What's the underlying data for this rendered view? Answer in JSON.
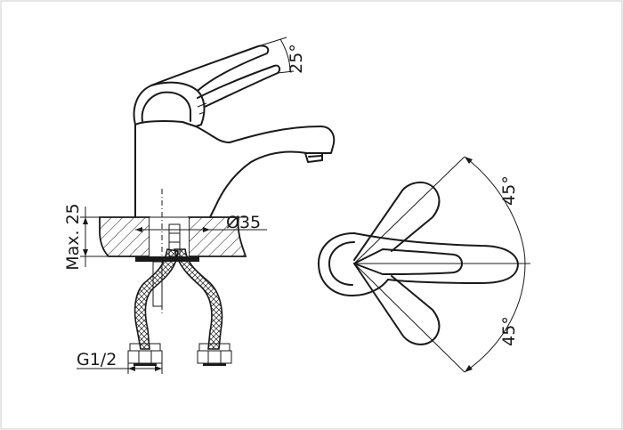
{
  "dimensions": {
    "lever_angle": "25°",
    "max_height": "Max. 25",
    "diameter": "Ø35",
    "thread": "G1/2",
    "rotation_upper": "45°",
    "rotation_lower": "45°"
  }
}
